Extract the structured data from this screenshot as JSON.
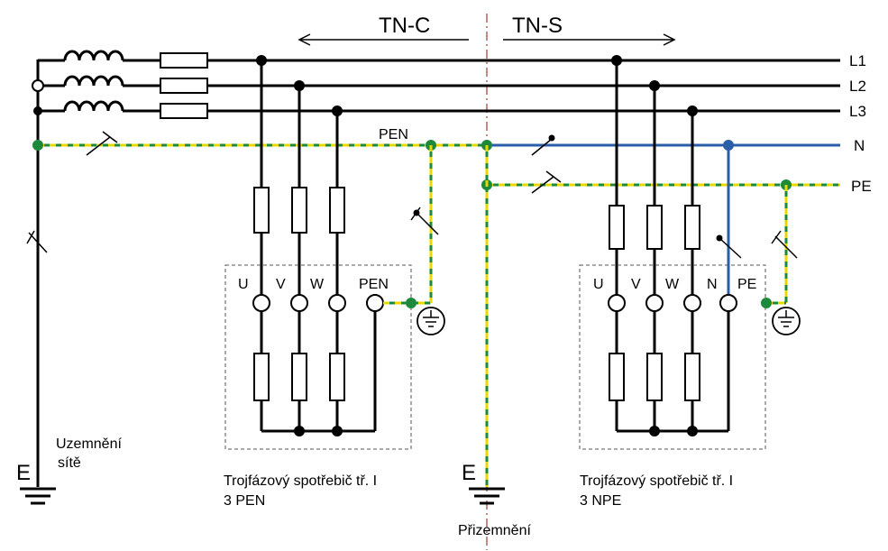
{
  "sections": {
    "left": "TN-C",
    "right": "TN-S"
  },
  "lines": {
    "l1": "L1",
    "l2": "L2",
    "l3": "L3",
    "n": "N",
    "pe": "PE",
    "pen": "PEN"
  },
  "consumer_left": {
    "terminals": [
      "U",
      "V",
      "W",
      "PEN"
    ],
    "caption_line1": "Trojfázový spotřebič tř. I",
    "caption_line2": "3 PEN"
  },
  "consumer_right": {
    "terminals": [
      "U",
      "V",
      "W",
      "N",
      "PE"
    ],
    "caption_line1": "Trojfázový spotřebič tř. I",
    "caption_line2": "3 NPE"
  },
  "earthing": {
    "source_line1": "Uzemnění",
    "source_line2": "sítě",
    "source_symbol": "E",
    "mid_symbol": "E",
    "mid_label": "Přizemnění"
  },
  "colors": {
    "phase": "#000000",
    "neutral": "#2a5ea8",
    "pe_green": "#1c8a3a",
    "pe_yellow": "#e8d800"
  }
}
